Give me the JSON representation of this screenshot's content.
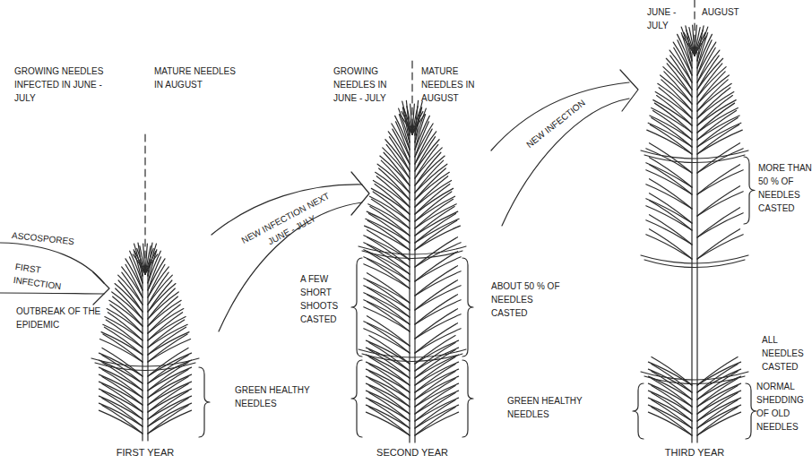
{
  "diagram": {
    "labels": [
      "GROWING NEEDLES INFECTED IN JUNE - JULY",
      "MATURE NEEDLES IN AUGUST",
      "ASCOSPORES",
      "FIRST INFECTION",
      "OUTBREAK OF THE EPIDEMIC",
      "GREEN HEALTHY NEEDLES",
      "FIRST YEAR",
      "NEW INFECTION NEXT JUNE - JULY",
      "GROWING NEEDLES IN JUNE - JULY",
      "MATURE NEEDLES IN AUGUST",
      "A FEW SHORT SHOOTS CASTED",
      "ABOUT 50 % OF NEEDLES CASTED",
      "GREEN HEALTHY NEEDLES",
      "SECOND YEAR",
      "NEW INFECTION",
      "JUNE - JULY",
      "AUGUST",
      "MORE THAN 50 % OF NEEDLES CASTED",
      "ALL NEEDLES CASTED",
      "NORMAL SHEDDING OF OLD NEEDLES",
      "THIRD YEAR"
    ]
  }
}
